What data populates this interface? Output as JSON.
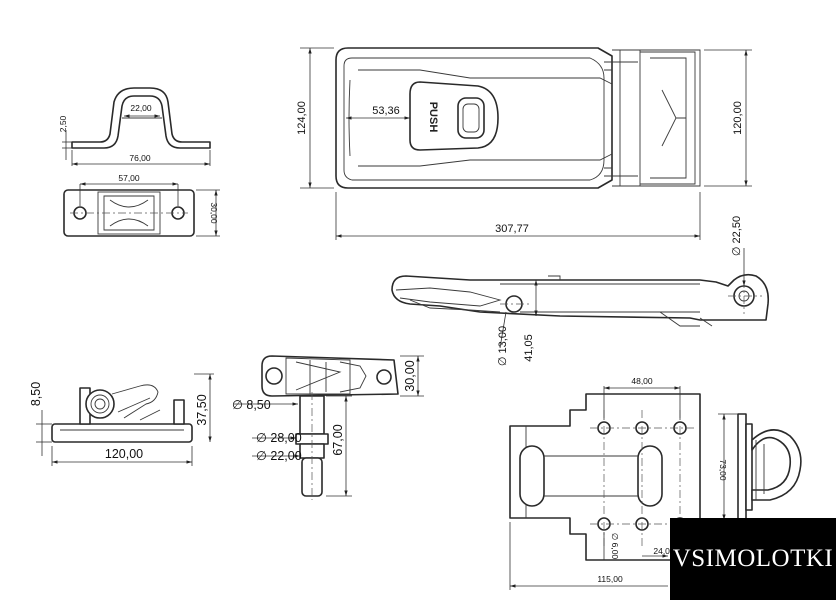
{
  "brand": {
    "watermark": "VSIMOLOTKI"
  },
  "top_view": {
    "length": "307,77",
    "height_outer": "124,00",
    "height_inner": "120,00",
    "button_offset": "53,36",
    "button_text": "PUSH"
  },
  "staple_side": {
    "inner_width": "22,00",
    "thickness": "2,50",
    "base_width": "76,00"
  },
  "staple_top": {
    "hole_spacing": "57,00",
    "plate_height": "30,00"
  },
  "side_view": {
    "eye_diameter": "∅ 22,50",
    "pivot_diameter": "∅ 13,00",
    "height": "41,05"
  },
  "front_view": {
    "height_small": "8,50",
    "height_total": "37,50",
    "width": "120,00"
  },
  "pin_view": {
    "pin_d1": "∅ 8,50",
    "pin_d2": "∅ 28,00",
    "pin_d3": "∅ 22,00",
    "pin_length": "67,00",
    "head_height": "30,00"
  },
  "bracket_view": {
    "hole_spacing": "48,00",
    "hole_diameter": "∅ 6,00",
    "offset": "24,00",
    "width": "115,00",
    "loop_height": "73,00"
  }
}
